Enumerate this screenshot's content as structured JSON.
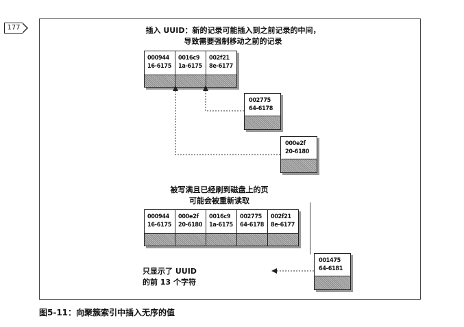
{
  "page_number": "177",
  "captions": {
    "top_line1": "插入 UUID：新的记录可能插入到之前记录的中间，",
    "top_line2": "导致需要强制移动之前的记录",
    "mid_line1": "被写满且已经刷到磁盘上的页",
    "mid_line2": "可能会被重新读取",
    "note_line1": "只显示了 UUID",
    "note_line2": "的前 13 个字符"
  },
  "top_page": [
    {
      "l1": "000944",
      "l2": "16-6175"
    },
    {
      "l1": "0016c9",
      "l2": "1a-6175"
    },
    {
      "l1": "002f21",
      "l2": "8e-6177"
    }
  ],
  "insert_a": {
    "l1": "002775",
    "l2": "64-6178"
  },
  "insert_b": {
    "l1": "000e2f",
    "l2": "20-6180"
  },
  "full_page": [
    {
      "l1": "000944",
      "l2": "16-6175"
    },
    {
      "l1": "000e2f",
      "l2": "20-6180"
    },
    {
      "l1": "0016c9",
      "l2": "1a-6175"
    },
    {
      "l1": "002775",
      "l2": "64-6178"
    },
    {
      "l1": "002f21",
      "l2": "8e-6177"
    }
  ],
  "insert_c": {
    "l1": "001475",
    "l2": "64-6181"
  },
  "figure_title": "图5-11：向聚簇索引中插入无序的值"
}
